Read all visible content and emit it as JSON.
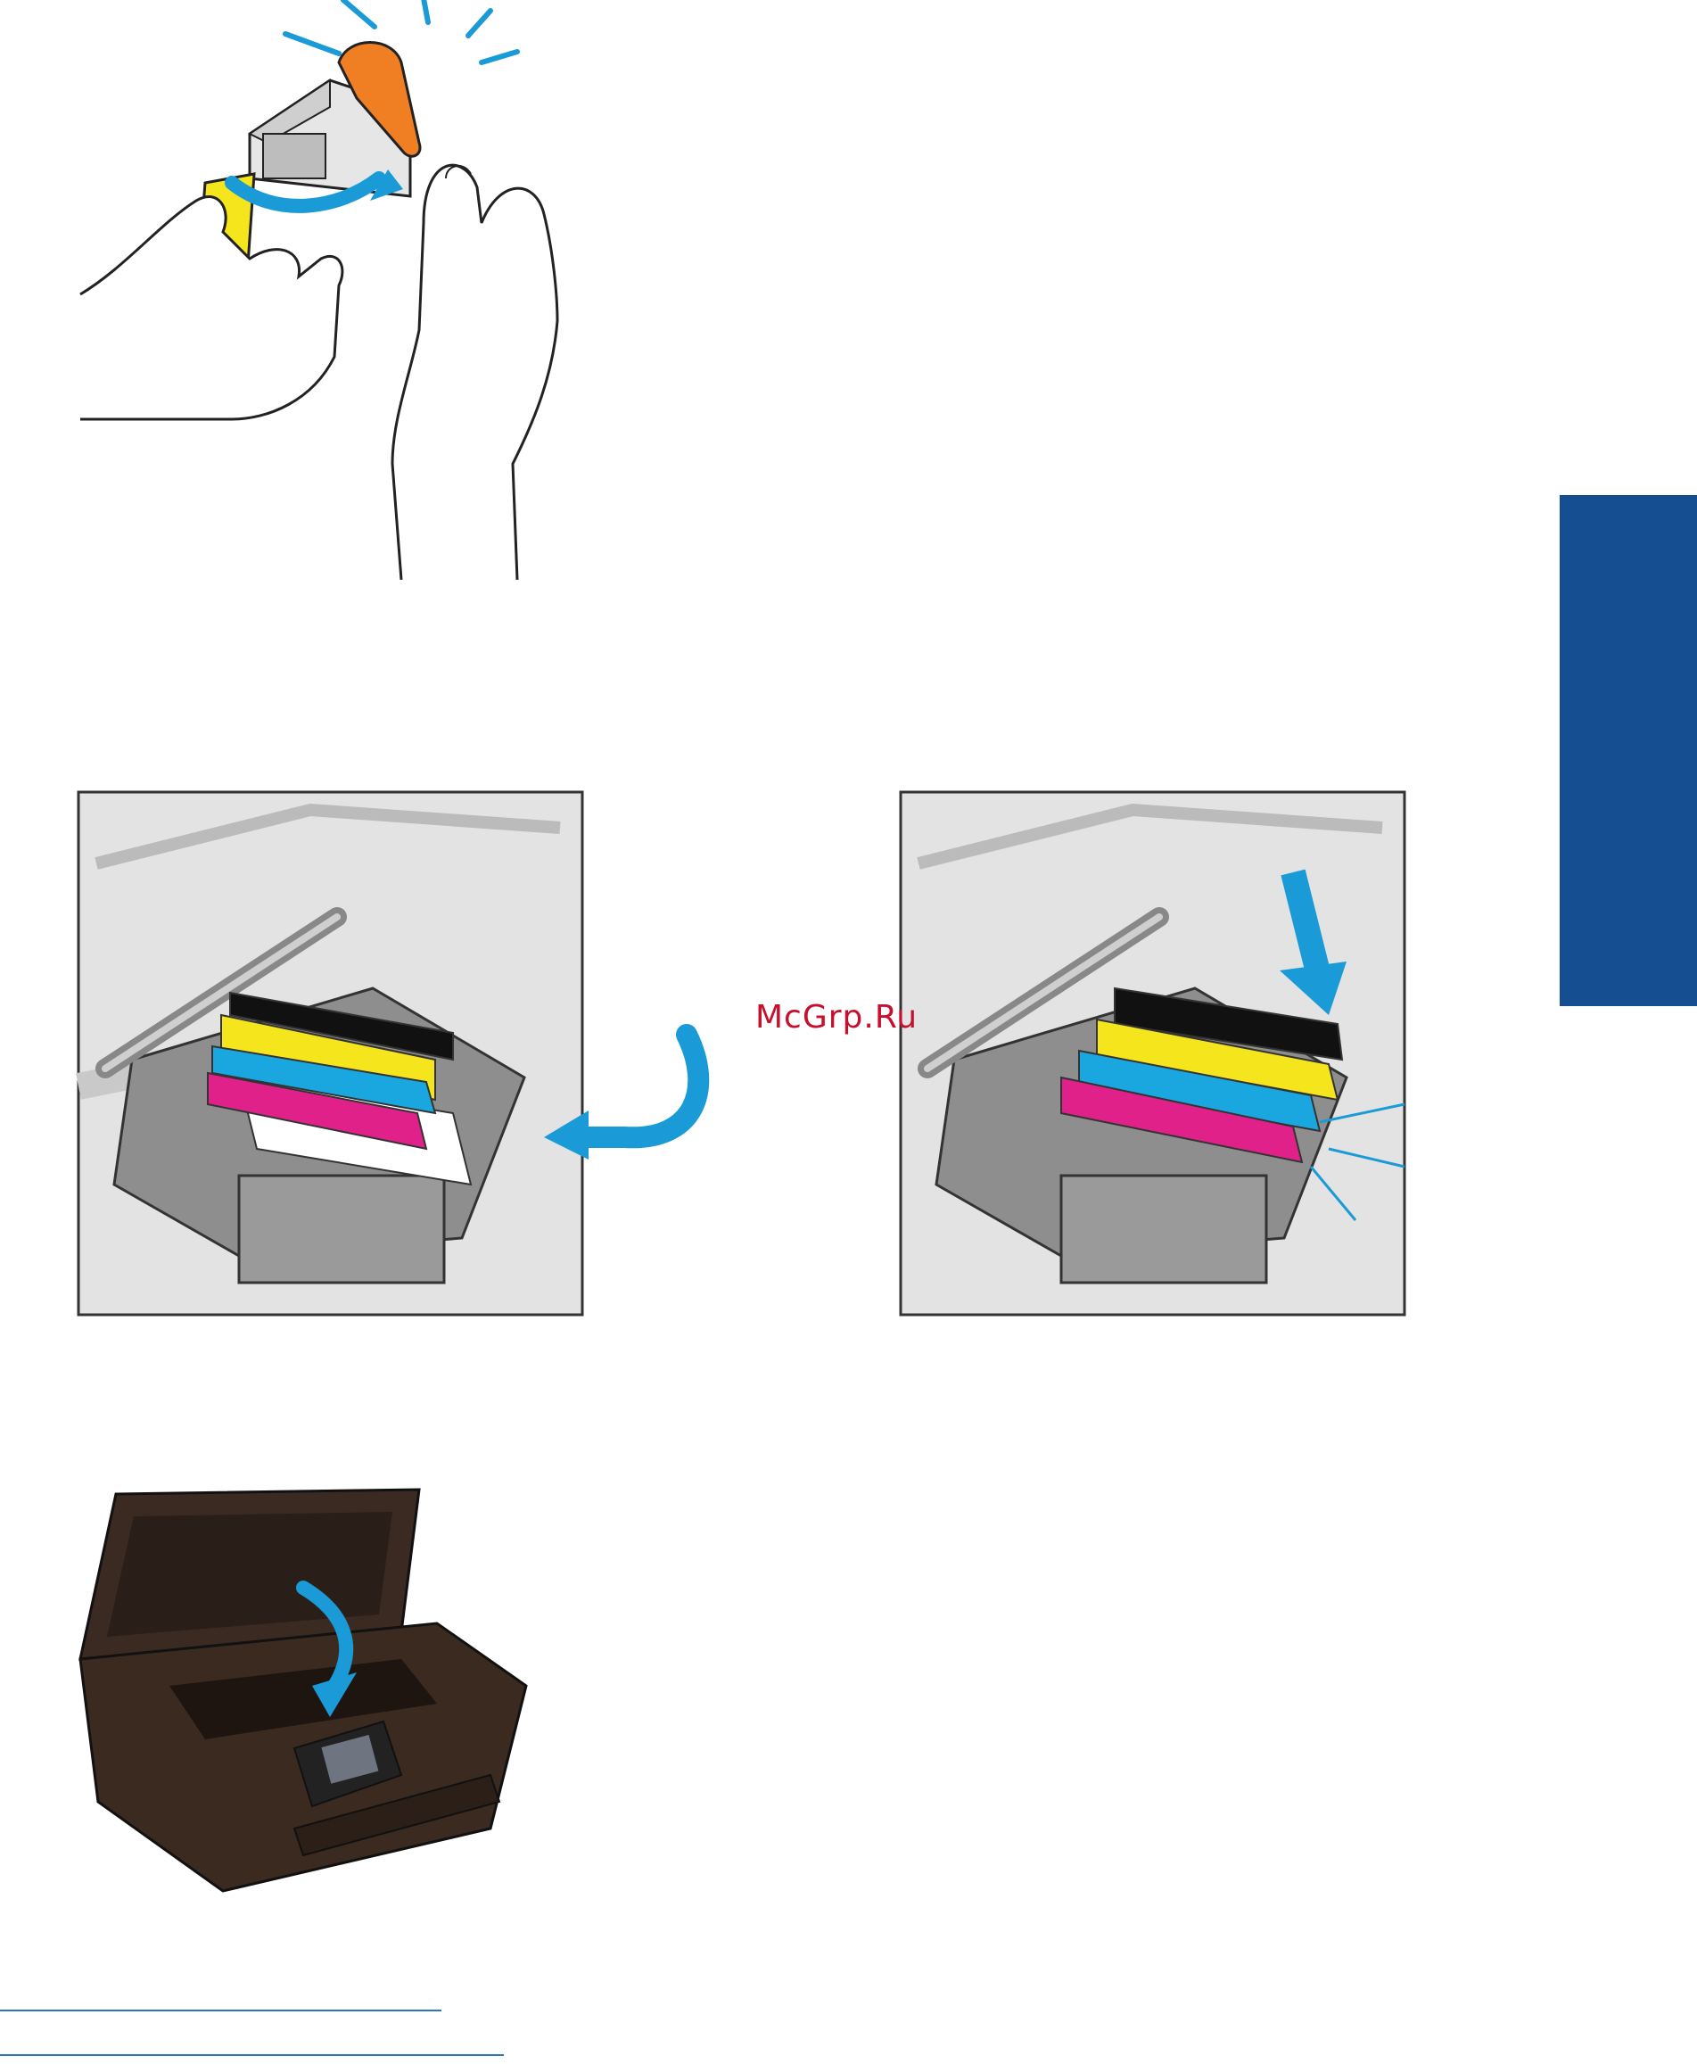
{
  "watermark": {
    "text": "McGrp.Ru",
    "color": "#c8102e"
  },
  "side_tab": {
    "color": "#154f91"
  },
  "illustrations": [
    {
      "id": "remove-tape",
      "icon": "hands-removing-cartridge-tab-icon"
    },
    {
      "id": "cartridges-before",
      "icon": "cartridge-carriage-insert-icon"
    },
    {
      "id": "cartridges-after",
      "icon": "cartridge-carriage-seated-icon"
    },
    {
      "id": "close-lid",
      "icon": "printer-close-lid-icon"
    }
  ],
  "colors": {
    "accent": "#1a9ad6",
    "tab_orange": "#f07f24",
    "cartridge_yellow": "#f5e51c",
    "cartridge_cyan": "#1aa7e0",
    "cartridge_magenta": "#e0218a",
    "cartridge_black": "#111111"
  }
}
